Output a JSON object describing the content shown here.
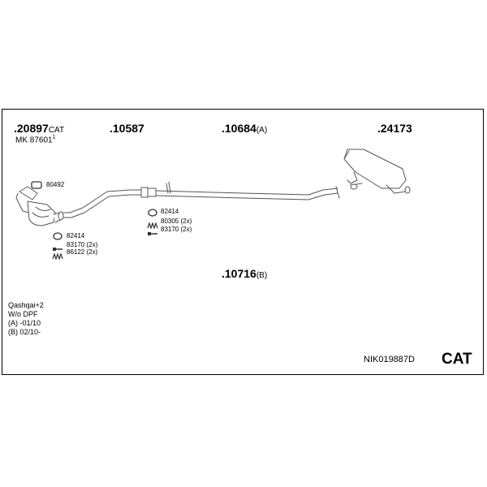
{
  "parts": {
    "p1": {
      "number": ".20897",
      "suffix": "CAT"
    },
    "p1_ref": {
      "number": "MK 87601",
      "sup": "1"
    },
    "p2": {
      "number": ".10587"
    },
    "p3": {
      "number": ".10684",
      "suffix": "(A)"
    },
    "p4": {
      "number": ".24173"
    },
    "p5": {
      "number": ".10716",
      "suffix": "(B)"
    }
  },
  "accessories": {
    "a1": "80492",
    "a2": "82414",
    "a3": "83170 (2x)",
    "a4": "86122 (2x)",
    "a5": "82414",
    "a6": "80305 (2x)",
    "a7": "83170 (2x)"
  },
  "notes": {
    "model": "Qashqai+2",
    "variant": "W/o DPF",
    "a": "(A) -01/10",
    "b": "(B) 02/10-"
  },
  "kit_code": "NIK019887D",
  "category": "CAT",
  "icons": [
    "clamp-ring-icon",
    "spring-icon",
    "bolt-icon",
    "catalytic-converter-icon",
    "muffler-icon",
    "exhaust-pipe-icon"
  ]
}
